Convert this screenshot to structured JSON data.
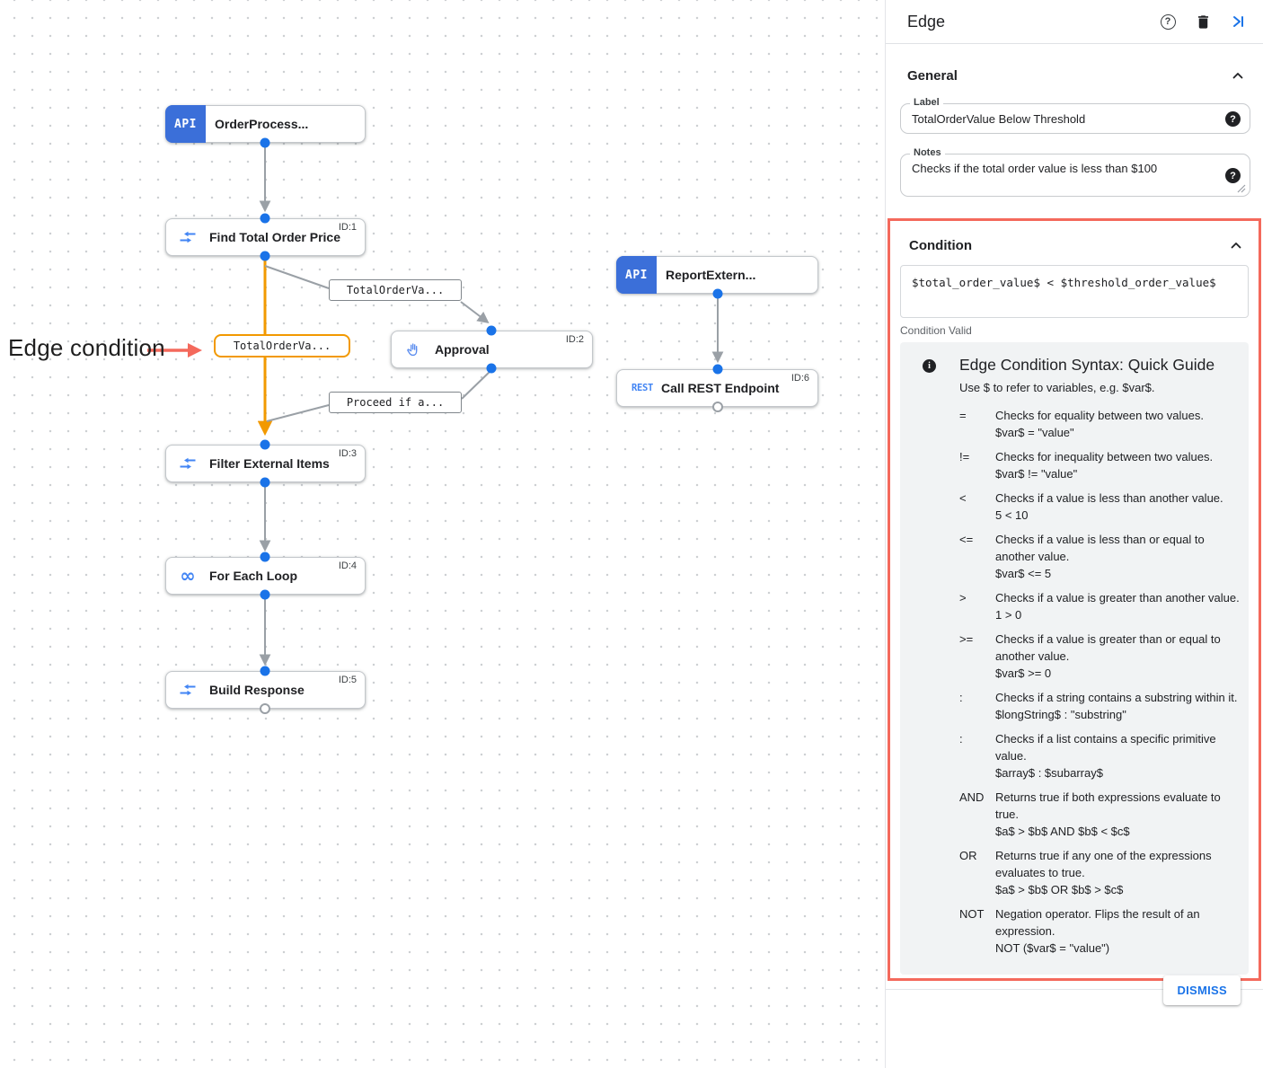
{
  "canvas": {
    "annotation": {
      "text": "Edge condition"
    },
    "nodes": [
      {
        "label": "OrderProcess...",
        "badge": "API"
      },
      {
        "label": "Find Total Order Price",
        "id": "ID:1"
      },
      {
        "label": "Approval",
        "id": "ID:2"
      },
      {
        "label": "ReportExtern...",
        "badge": "API"
      },
      {
        "label": "Call REST Endpoint",
        "id": "ID:6",
        "icon_text": "REST"
      },
      {
        "label": "Filter External Items",
        "id": "ID:3"
      },
      {
        "label": "For Each Loop",
        "id": "ID:4",
        "icon_text": "∞"
      },
      {
        "label": "Build Response",
        "id": "ID:5"
      }
    ],
    "edge_labels": [
      {
        "text": "TotalOrderVa...",
        "variant": "selected-orange"
      },
      {
        "text": "TotalOrderVa...",
        "variant": "default"
      },
      {
        "text": "Proceed if a...",
        "variant": "default"
      }
    ],
    "colors": {
      "edge_orange": "#f29900",
      "connector_blue": "#1a73e8",
      "icon_blue": "#4285f4",
      "badge_blue": "#3b6fd9",
      "edge_gray": "#9aa0a6",
      "highlight_red": "#f4695c"
    }
  },
  "panel": {
    "title": "Edge",
    "general": {
      "heading": "General",
      "label_field": {
        "label": "Label",
        "value": "TotalOrderValue Below Threshold"
      },
      "notes_field": {
        "label": "Notes",
        "value": "Checks if the total order value is less than $100"
      }
    },
    "condition": {
      "heading": "Condition",
      "expression": "$total_order_value$ < $threshold_order_value$",
      "status": "Condition Valid",
      "guide": {
        "title": "Edge Condition Syntax: Quick Guide",
        "intro": "Use $ to refer to variables, e.g. $var$.",
        "rows": [
          {
            "op": "=",
            "desc": "Checks for equality between two values.",
            "example": "$var$ = \"value\""
          },
          {
            "op": "!=",
            "desc": "Checks for inequality between two values.",
            "example": "$var$ != \"value\""
          },
          {
            "op": "<",
            "desc": "Checks if a value is less than another value.",
            "example": "5 < 10"
          },
          {
            "op": "<=",
            "desc": "Checks if a value is less than or equal to another value.",
            "example": "$var$ <= 5"
          },
          {
            "op": ">",
            "desc": "Checks if a value is greater than another value.",
            "example": "1 > 0"
          },
          {
            "op": ">=",
            "desc": "Checks if a value is greater than or equal to another value.",
            "example": "$var$ >= 0"
          },
          {
            "op": ":",
            "desc": "Checks if a string contains a substring within it.",
            "example": "$longString$ : \"substring\""
          },
          {
            "op": ":",
            "desc": "Checks if a list contains a specific primitive value.",
            "example": "$array$ : $subarray$"
          },
          {
            "op": "AND",
            "desc": "Returns true if both expressions evaluate to true.",
            "example": "$a$ > $b$ AND $b$ < $c$"
          },
          {
            "op": "OR",
            "desc": "Returns true if any one of the expressions evaluates to true.",
            "example": "$a$ > $b$ OR $b$ > $c$"
          },
          {
            "op": "NOT",
            "desc": "Negation operator. Flips the result of an expression.",
            "example": "NOT ($var$ = \"value\")"
          }
        ]
      }
    },
    "footer": {
      "dismiss_label": "DISMISS"
    }
  }
}
